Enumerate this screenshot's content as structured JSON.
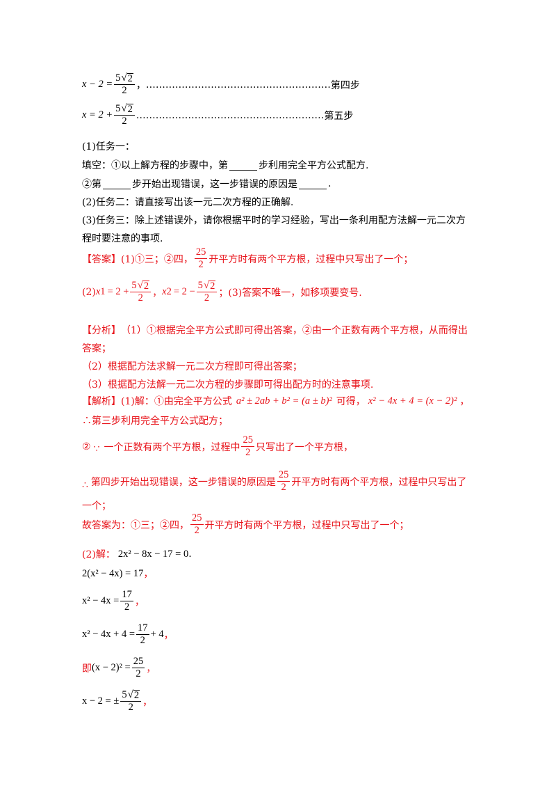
{
  "steps": {
    "step4_lhs": "x − 2 =",
    "step4_num": "5",
    "step4_rad": "2",
    "step4_den": "2",
    "step4_punct": "，",
    "step4_dots": "…………………………………………………",
    "step4_label": "第四步",
    "step5_lhs": "x = 2 +",
    "step5_num": "5",
    "step5_rad": "2",
    "step5_den": "2",
    "step5_punct": ".",
    "step5_dots": "…………………………………………………",
    "step5_label": "第五步"
  },
  "tasks": {
    "t1_title": "(1)任务一：",
    "t1_fill_a": "填空：①以上解方程的步骤中，第",
    "t1_fill_b": "步利用完全平方公式配方.",
    "t1_q2_a": "②第",
    "t1_q2_b": "步开始出现错误，这一步错误的原因是",
    "t1_q2_c": ".",
    "t2": "(2)任务二：请直接写出该一元二次方程的正确解.",
    "t3_line1": "(3)任务三：除上述错误外，请你根据平时的学习经验，写出一条利用配方法解一元二次方",
    "t3_line2": "程时要注意的事项."
  },
  "answer": {
    "label": "【答案】",
    "part1_a": "(1)①三；②四，",
    "part1_num": "25",
    "part1_den": "2",
    "part1_b": "开平方时有两个平方根，过程中只写出了一个；",
    "part2_a": "(2)",
    "x1": "x",
    "x1_sub": "1",
    "x1_eq": "= 2 +",
    "x1_num": "5",
    "x1_rad": "2",
    "x1_den": "2",
    "sep": "，",
    "x2": "x",
    "x2_sub": "2",
    "x2_eq": "= 2 −",
    "x2_num": "5",
    "x2_rad": "2",
    "x2_den": "2",
    "part3": "；(3)答案不唯一，如移项要变号."
  },
  "analysis": {
    "label": "【分析】",
    "l1": "（1）①根据完全平方公式即可得出答案，②由一个正数有两个平方根，从而得出",
    "l2": "答案；",
    "l3": "（2）根据配方法求解一元二次方程即可得出答案；",
    "l4": "（3）根据配方法解一元二次方程的步骤即可得出配方时的注意事项."
  },
  "solution": {
    "label": "【解析】",
    "s1_a": "(1)解：①由完全平方公式",
    "formula": "a² ± 2ab + b² = (a ± b)²",
    "s1_b": "可得，",
    "formula2": "x² − 4x + 4 = (x − 2)²",
    "s1_c": "，",
    "therefore1": "∴第三步利用完全平方公式配方；",
    "s2_a": "②",
    "because": "∵",
    "s2_b": "一个正数有两个平方根，过程中",
    "s2_num": "25",
    "s2_den": "2",
    "s2_c": "只写出了一个平方根，",
    "therefore2": "∴",
    "s3_a": "第四步开始出现错误，这一步错误的原因是",
    "s3_num": "25",
    "s3_den": "2",
    "s3_b": "开平方时有两个平方根，过程中只写出了",
    "s3_c": "一个；",
    "s4_a": "故答案为：①三；②四，",
    "s4_num": "25",
    "s4_den": "2",
    "s4_b": "开平方时有两个平方根，过程中只写出了一个；",
    "p2_a": "(2)解：",
    "eq1": "2x² − 8x − 17 = 0",
    "eq1_end": ".",
    "eq2": "2(x² − 4x) = 17",
    "eq2_end": "，",
    "eq3_lhs": "x² − 4x =",
    "eq3_num": "17",
    "eq3_den": "2",
    "eq3_end": "，",
    "eq4_lhs": "x² − 4x + 4 =",
    "eq4_num": "17",
    "eq4_den": "2",
    "eq4_rhs": "+ 4",
    "eq4_end": "，",
    "eq5_pre": "即",
    "eq5_lhs": "(x − 2)² =",
    "eq5_num": "25",
    "eq5_den": "2",
    "eq5_end": "，",
    "eq6_lhs": "x − 2 = ±",
    "eq6_num": "5",
    "eq6_rad": "2",
    "eq6_den": "2",
    "eq6_end": "，"
  }
}
